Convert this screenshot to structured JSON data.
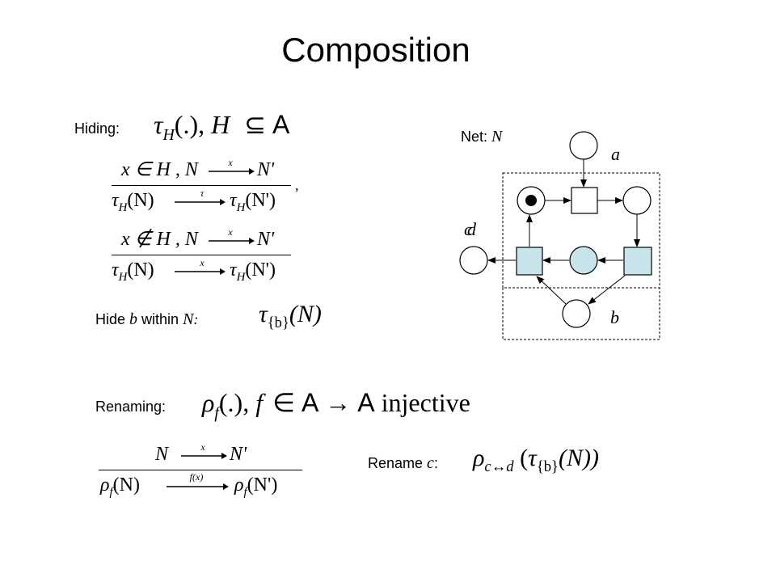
{
  "title": "Composition",
  "hiding": {
    "label": "Hiding:",
    "symbol": "τ",
    "subscript": "H",
    "args": "(.),",
    "set": "H",
    "subset_symbol": "⊆",
    "alphabet": "A",
    "rule1": {
      "premise_lhs": "x ∈ H , N",
      "arrow_label": "x",
      "premise_rhs": "N'",
      "concl_lhs": "(N)",
      "concl_arrow_label": "τ",
      "concl_rhs": "(N')",
      "trailer": ","
    },
    "rule2": {
      "premise_lhs": "x ∉ H , N",
      "arrow_label": "x",
      "premise_rhs": "N'",
      "concl_lhs": "(N)",
      "concl_arrow_label": "x",
      "concl_rhs": "(N')"
    },
    "example_prefix": "Hide ",
    "example_var": "b",
    "example_mid": " within ",
    "example_net": "N",
    "example_colon": ":",
    "example_sub": "{b}",
    "example_arg": "(N)"
  },
  "net": {
    "label_prefix": "Net: ",
    "label_name": "N",
    "labels": {
      "a": "a",
      "b": "b",
      "c": "c",
      "d": "d"
    },
    "colors": {
      "fill": "#c6e4ea",
      "stroke": "#000000",
      "boundary": "#000000"
    }
  },
  "renaming": {
    "label": "Renaming:",
    "symbol": "ρ",
    "subscript": "f",
    "args": "(.),",
    "fn": "f",
    "elem": "∈",
    "alphabet_from": "A",
    "maps_to": "→",
    "alphabet_to": "A",
    "qualifier": "injective",
    "rule": {
      "premise_lhs": "N",
      "arrow_label": "x",
      "premise_rhs": "N'",
      "concl_lhs": "(N)",
      "concl_arrow_label": "f(x)",
      "concl_rhs": "(N')"
    },
    "example_prefix": "Rename ",
    "example_var": "c",
    "example_colon": ":",
    "example_sub": "c↔d",
    "example_inner_open": "(",
    "example_inner_sym": "τ",
    "example_inner_sub": "{b}",
    "example_inner_arg": "(N))"
  }
}
